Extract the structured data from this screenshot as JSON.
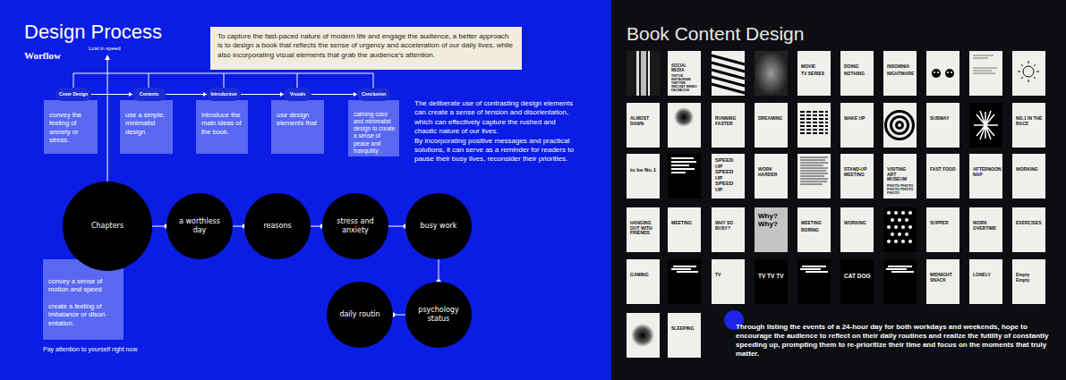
{
  "diagram": {
    "title": "Design Process",
    "nodes": [
      {
        "text": [
          "To capture the fast-paced nature of modern life and engage the audience, a better approach is to design a book that reflects the sense of urgency and acceleration of our daily lives, while also incorporating visual elements that grab the audience's attention."
        ]
      },
      {
        "text": [
          "Cover Design"
        ]
      },
      {
        "text": [
          "Contents"
        ]
      },
      {
        "text": [
          "Introduction"
        ]
      },
      {
        "text": [
          "Visuals"
        ]
      },
      {
        "text": [
          "Conclusion"
        ]
      },
      {
        "text": [
          "convey the feeling of anxiety or stress."
        ]
      },
      {
        "text": [
          "use a simple, minimalist design"
        ]
      },
      {
        "text": [
          "introduce the main ideas of the book."
        ]
      },
      {
        "text": [
          "use design elements that"
        ]
      },
      {
        "text": [
          "calming color and minimalist design to create a sense of peace and tranquility ."
        ]
      },
      {
        "text": [
          "Chapters"
        ]
      },
      {
        "text": [
          "a worthless day"
        ]
      },
      {
        "text": [
          "reasons"
        ]
      },
      {
        "text": [
          "stress and anxiety"
        ]
      },
      {
        "text": [
          "busy work"
        ]
      },
      {
        "text": [
          "convey a sense of motion and speed",
          "create a feeling of imbalance or disori- entation."
        ]
      },
      {
        "text": [
          "daily routin"
        ]
      },
      {
        "text": [
          "psychology status"
        ]
      },
      {
        "text": [
          "SOCIAL MEDIA",
          "TIKTOK INSTAGRAM TWITTER WECHAT WEIBO FACEBOOK"
        ]
      },
      {
        "text": [
          "MOVIE",
          "TV SERIES"
        ]
      },
      {
        "text": [
          "DOING",
          "NOTHING"
        ]
      },
      {
        "text": [
          "INSOMNIA",
          "NIGHTMARE"
        ]
      },
      {
        "text": [
          "ALMOST DAWN"
        ]
      },
      {
        "text": [
          "RUNNING FASTER"
        ]
      },
      {
        "text": [
          "DREAMING"
        ]
      },
      {
        "text": [
          "WAKE UP"
        ]
      },
      {
        "text": [
          "SUBWAY"
        ]
      },
      {
        "text": [
          "NO.1 IN THE RACE"
        ]
      },
      {
        "text": [
          "to be No.1"
        ]
      },
      {
        "text": [
          "SPEED UP SPEED UP SPEED UP"
        ]
      },
      {
        "text": [
          "WORK HARDER"
        ]
      },
      {
        "text": [
          "STAND-UP MEETING"
        ]
      },
      {
        "text": [
          "VISITING ART MUSEUM",
          "PHOTO PHOTO PHOTO PHOTO PHOTO"
        ]
      },
      {
        "text": [
          "FAST FOOD"
        ]
      },
      {
        "text": [
          "AFTERNOON NAP"
        ]
      },
      {
        "text": [
          "WORKING"
        ]
      },
      {
        "text": [
          "HANGING OUT WITH FRIENDS"
        ]
      },
      {
        "text": [
          "MEETING"
        ]
      },
      {
        "text": [
          "WHY SO BUSY?"
        ]
      },
      {
        "text": [
          "Why? Why?"
        ]
      },
      {
        "text": [
          "MEETING",
          "BORING"
        ]
      },
      {
        "text": [
          "WORKING"
        ]
      },
      {
        "text": [
          "SUPPER"
        ]
      },
      {
        "text": [
          "WORK OVERTIME"
        ]
      },
      {
        "text": [
          "EXERCISES"
        ]
      },
      {
        "text": [
          "GAMING"
        ]
      },
      {
        "text": [
          "TV"
        ]
      },
      {
        "text": [
          "TV TV TV"
        ]
      },
      {
        "text": [
          "CAT DOG"
        ]
      },
      {
        "text": [
          "MIDNIGHT SNACK"
        ]
      },
      {
        "text": [
          "LONELY"
        ]
      },
      {
        "text": [
          "Empty Empty"
        ]
      },
      {
        "text": [
          "SLEEPING"
        ]
      }
    ],
    "edges": [
      {
        "from": 1,
        "to": 2,
        "arrow": "to"
      },
      {
        "from": 2,
        "to": 3,
        "arrow": "to"
      },
      {
        "from": 3,
        "to": 4,
        "arrow": "to"
      },
      {
        "from": 4,
        "to": 5,
        "arrow": "to"
      },
      {
        "from": 11,
        "to": 12,
        "arrow": "to"
      },
      {
        "from": 12,
        "to": 13,
        "arrow": "to"
      },
      {
        "from": 13,
        "to": 14,
        "arrow": "to"
      },
      {
        "from": 14,
        "to": 15,
        "arrow": "to"
      },
      {
        "from": 15,
        "to": 18,
        "arrow": "to"
      },
      {
        "from": 18,
        "to": 17,
        "arrow": "to"
      }
    ],
    "labels": [
      "Worflow",
      "Lost in speed",
      "The deliberate use of contrasting design elements can create a sense of tension and disorientation, which can effectively capture the rushed and chaotic nature of our lives.",
      "By incorporating positive messages and practical solutions, it can serve as a reminder for readers to pause their busy lives, reconsider their priorities.",
      "Pay attention to yourself right now",
      "Book Content Design",
      "Through listing the events of a 24-hour day for both workdays and weekends, hope to encourage the audience to reflect on their daily routines and realize the futility of constantly speeding up, prompting them to re-prioritize their time and focus on the moments that truly matter."
    ]
  }
}
